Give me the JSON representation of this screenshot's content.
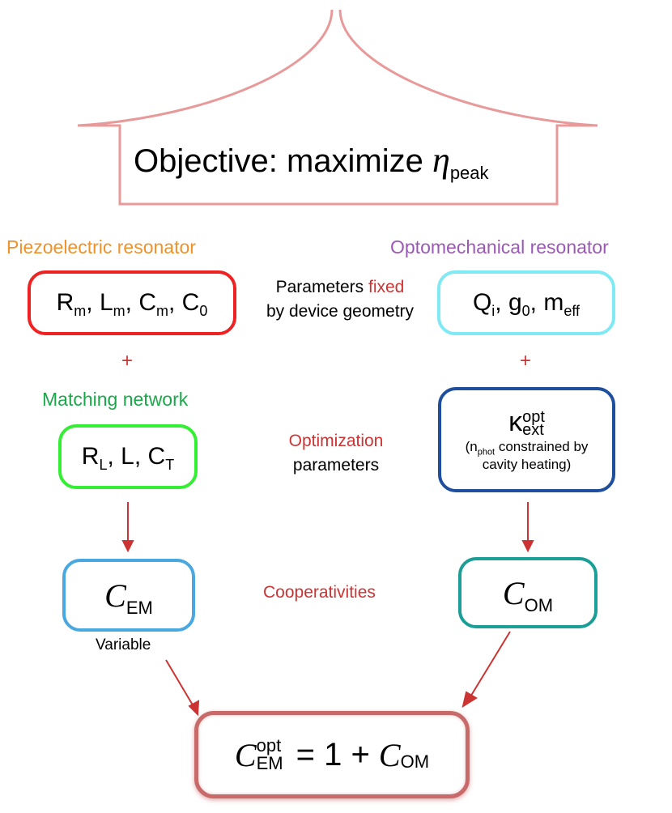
{
  "objective": {
    "prefix": "Objective: maximize ",
    "symbol": "η",
    "subscript": "peak"
  },
  "piezo": {
    "title": "Piezoelectric resonator",
    "params": [
      {
        "base": "R",
        "sub": "m"
      },
      {
        "base": "L",
        "sub": "m"
      },
      {
        "base": "C",
        "sub": "m"
      },
      {
        "base": "C",
        "sub": "0"
      }
    ]
  },
  "opto": {
    "title": "Optomechanical resonator",
    "params": [
      {
        "base": "Q",
        "sub": "i"
      },
      {
        "base": "g",
        "sub": "0"
      },
      {
        "base": "m",
        "sub": "eff"
      }
    ]
  },
  "fixed_note": {
    "line1_prefix": "Parameters ",
    "line1_highlight": "fixed",
    "line2": "by device geometry"
  },
  "plus": "+",
  "matching": {
    "title": "Matching network",
    "params": [
      {
        "base": "R",
        "sub": "L"
      },
      {
        "base": "L",
        "sub": ""
      },
      {
        "base": "C",
        "sub": "T"
      }
    ]
  },
  "kappa": {
    "symbol": "κ",
    "sup": "opt",
    "sub": "ext",
    "note_open": "(n",
    "note_sub": "phot",
    "note_rest": " constrained by",
    "note_line2": "cavity heating)"
  },
  "optimization_note": {
    "line1": "Optimization",
    "line2": "parameters"
  },
  "cem": {
    "symbol": "C",
    "sub": "EM"
  },
  "com": {
    "symbol": "C",
    "sub": "OM"
  },
  "cooperativities": "Cooperativities",
  "variable": "Variable",
  "result": {
    "symbol": "C",
    "sup": "opt",
    "sub": "EM",
    "equals": "= 1 + ",
    "rhs_symbol": "C",
    "rhs_sub": "OM"
  },
  "colors": {
    "roof": "#e89a9a",
    "piezo_title": "#f0922a",
    "piezo_box": "#ee2222",
    "opto_title": "#9b59b6",
    "opto_box": "#7fe9f4",
    "matching_title": "#1aa84a",
    "matching_box": "#33ee33",
    "kappa_box": "#1f4e9c",
    "accent_red": "#cc3333",
    "cem_box": "#4aa8e0",
    "com_box": "#1a9e96",
    "result_box": "#c96a6a"
  }
}
